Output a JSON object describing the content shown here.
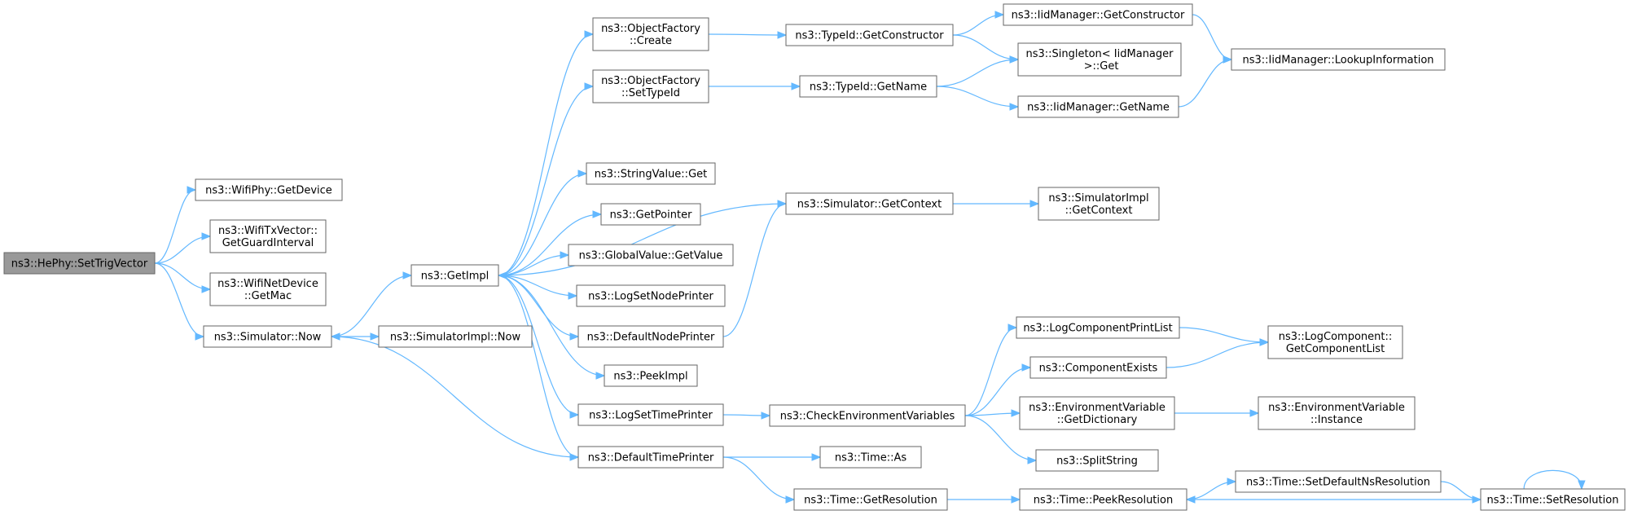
{
  "diagram": {
    "colors": {
      "edge": "#63b8ff",
      "node_border": "#666666",
      "root_fill": "#999999",
      "node_fill": "#ffffff"
    },
    "nodes": [
      {
        "id": "root",
        "lines": [
          "ns3::HePhy::SetTrigVector"
        ]
      },
      {
        "id": "getdevice",
        "lines": [
          "ns3::WifiPhy::GetDevice"
        ]
      },
      {
        "id": "guardinterval",
        "lines": [
          "ns3::WifiTxVector::",
          "GetGuardInterval"
        ]
      },
      {
        "id": "getmac",
        "lines": [
          "ns3::WifiNetDevice",
          "::GetMac"
        ]
      },
      {
        "id": "now",
        "lines": [
          "ns3::Simulator::Now"
        ]
      },
      {
        "id": "implnow",
        "lines": [
          "ns3::SimulatorImpl::Now"
        ]
      },
      {
        "id": "getimpl",
        "lines": [
          "ns3::GetImpl"
        ]
      },
      {
        "id": "ofcreate",
        "lines": [
          "ns3::ObjectFactory",
          "::Create"
        ]
      },
      {
        "id": "ofsettypeid",
        "lines": [
          "ns3::ObjectFactory",
          "::SetTypeId"
        ]
      },
      {
        "id": "stringget",
        "lines": [
          "ns3::StringValue::Get"
        ]
      },
      {
        "id": "getpointer",
        "lines": [
          "ns3::GetPointer"
        ]
      },
      {
        "id": "globalget",
        "lines": [
          "ns3::GlobalValue::GetValue"
        ]
      },
      {
        "id": "lognodeprinter",
        "lines": [
          "ns3::LogSetNodePrinter"
        ]
      },
      {
        "id": "defnodeprinter",
        "lines": [
          "ns3::DefaultNodePrinter"
        ]
      },
      {
        "id": "peekimpl",
        "lines": [
          "ns3::PeekImpl"
        ]
      },
      {
        "id": "logtimeprinter",
        "lines": [
          "ns3::LogSetTimePrinter"
        ]
      },
      {
        "id": "deftimeprinter",
        "lines": [
          "ns3::DefaultTimePrinter"
        ]
      },
      {
        "id": "tidctor",
        "lines": [
          "ns3::TypeId::GetConstructor"
        ]
      },
      {
        "id": "tidname",
        "lines": [
          "ns3::TypeId::GetName"
        ]
      },
      {
        "id": "getcontext",
        "lines": [
          "ns3::Simulator::GetContext"
        ]
      },
      {
        "id": "implctx",
        "lines": [
          "ns3::SimulatorImpl",
          "::GetContext"
        ]
      },
      {
        "id": "iidctor",
        "lines": [
          "ns3::IidManager::GetConstructor"
        ]
      },
      {
        "id": "singleton",
        "lines": [
          "ns3::Singleton< IidManager",
          " >::Get"
        ]
      },
      {
        "id": "iidname",
        "lines": [
          "ns3::IidManager::GetName"
        ]
      },
      {
        "id": "lookup",
        "lines": [
          "ns3::IidManager::LookupInformation"
        ]
      },
      {
        "id": "checkenv",
        "lines": [
          "ns3::CheckEnvironmentVariables"
        ]
      },
      {
        "id": "logprintlist",
        "lines": [
          "ns3::LogComponentPrintList"
        ]
      },
      {
        "id": "compexists",
        "lines": [
          "ns3::ComponentExists"
        ]
      },
      {
        "id": "getcomplist",
        "lines": [
          "ns3::LogComponent::",
          "GetComponentList"
        ]
      },
      {
        "id": "envdict",
        "lines": [
          "ns3::EnvironmentVariable",
          "::GetDictionary"
        ]
      },
      {
        "id": "envinst",
        "lines": [
          "ns3::EnvironmentVariable",
          "::Instance"
        ]
      },
      {
        "id": "splitstring",
        "lines": [
          "ns3::SplitString"
        ]
      },
      {
        "id": "timeas",
        "lines": [
          "ns3::Time::As"
        ]
      },
      {
        "id": "timegetres",
        "lines": [
          "ns3::Time::GetResolution"
        ]
      },
      {
        "id": "timepeekres",
        "lines": [
          "ns3::Time::PeekResolution"
        ]
      },
      {
        "id": "timesetdef",
        "lines": [
          "ns3::Time::SetDefaultNsResolution"
        ]
      },
      {
        "id": "timesetres",
        "lines": [
          "ns3::Time::SetResolution"
        ]
      }
    ],
    "edges": [
      [
        "root",
        "getdevice"
      ],
      [
        "root",
        "guardinterval"
      ],
      [
        "root",
        "getmac"
      ],
      [
        "root",
        "now"
      ],
      [
        "now",
        "implnow"
      ],
      [
        "now",
        "getimpl"
      ],
      [
        "getimpl",
        "ofcreate"
      ],
      [
        "getimpl",
        "ofsettypeid"
      ],
      [
        "getimpl",
        "stringget"
      ],
      [
        "getimpl",
        "getpointer"
      ],
      [
        "getimpl",
        "globalget"
      ],
      [
        "getimpl",
        "lognodeprinter"
      ],
      [
        "getimpl",
        "defnodeprinter"
      ],
      [
        "getimpl",
        "peekimpl"
      ],
      [
        "getimpl",
        "logtimeprinter"
      ],
      [
        "getimpl",
        "deftimeprinter"
      ],
      [
        "ofcreate",
        "tidctor"
      ],
      [
        "ofsettypeid",
        "tidname"
      ],
      [
        "tidctor",
        "iidctor"
      ],
      [
        "tidctor",
        "singleton"
      ],
      [
        "tidname",
        "singleton"
      ],
      [
        "tidname",
        "iidname"
      ],
      [
        "iidctor",
        "lookup"
      ],
      [
        "iidname",
        "lookup"
      ],
      [
        "getcontext",
        "getimpl"
      ],
      [
        "getcontext",
        "implctx"
      ],
      [
        "defnodeprinter",
        "getcontext"
      ],
      [
        "logtimeprinter",
        "checkenv"
      ],
      [
        "checkenv",
        "logprintlist"
      ],
      [
        "checkenv",
        "compexists"
      ],
      [
        "checkenv",
        "envdict"
      ],
      [
        "checkenv",
        "splitstring"
      ],
      [
        "logprintlist",
        "getcomplist"
      ],
      [
        "compexists",
        "getcomplist"
      ],
      [
        "envdict",
        "envinst"
      ],
      [
        "deftimeprinter",
        "now"
      ],
      [
        "deftimeprinter",
        "timeas"
      ],
      [
        "deftimeprinter",
        "timegetres"
      ],
      [
        "timegetres",
        "timepeekres"
      ],
      [
        "timepeekres",
        "timesetdef"
      ],
      [
        "timesetdef",
        "timesetres"
      ],
      [
        "timesetres",
        "timepeekres"
      ],
      [
        "timesetres",
        "timesetres"
      ]
    ]
  }
}
